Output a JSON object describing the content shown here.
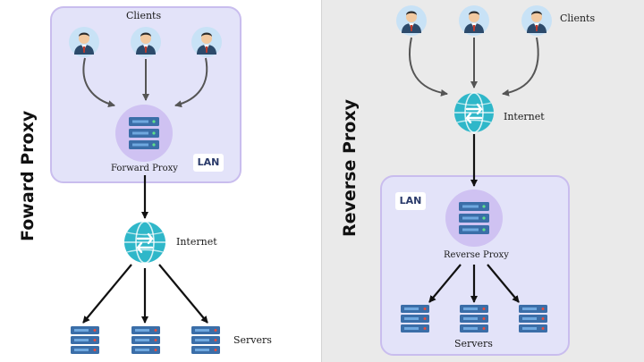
{
  "forward": {
    "title": "Foward Proxy",
    "clients_label": "Clients",
    "proxy_label": "Forward Proxy",
    "lan_label": "LAN",
    "internet_label": "Internet",
    "servers_label": "Servers"
  },
  "reverse": {
    "title": "Reverse Proxy",
    "clients_label": "Clients",
    "internet_label": "Internet",
    "lan_label": "LAN",
    "proxy_label": "Reverse Proxy",
    "servers_label": "Servers"
  },
  "colors": {
    "lan_box_fill": "#e3e3f9",
    "lan_box_stroke": "#c9bdee",
    "proxy_circle": "#cfc2f2",
    "server_body": "#3b6ea8",
    "server_stripe": "#6fa8df",
    "globe": "#2fb7c9",
    "arrow": "#111111",
    "right_background": "#eaeaea"
  }
}
